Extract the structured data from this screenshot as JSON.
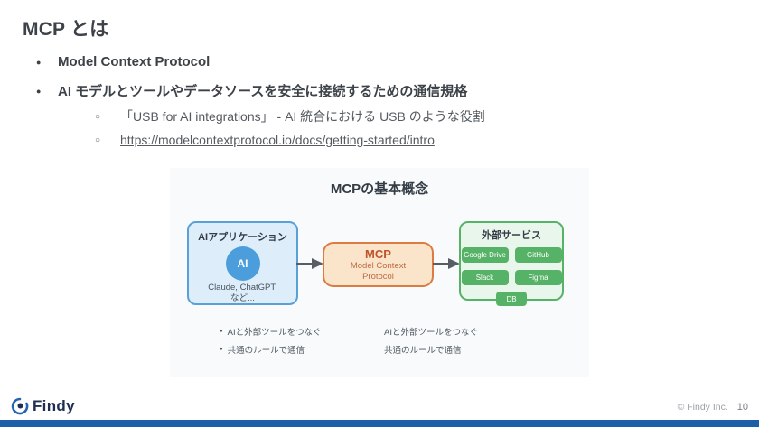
{
  "slide": {
    "title": "MCP とは",
    "bullets": [
      {
        "level": 1,
        "text": "Model Context Protocol"
      },
      {
        "level": 1,
        "text": "AI モデルとツールやデータソースを安全に接続するための通信規格"
      },
      {
        "level": 2,
        "text": "「USB for AI integrations」 - AI 統合における USB のような役割"
      },
      {
        "level": 2,
        "text": "https://modelcontextprotocol.io/docs/getting-started/intro",
        "is_link": true
      }
    ]
  },
  "diagram": {
    "title": "MCPの基本概念",
    "ai_app_box": {
      "title": "AIアプリケーション",
      "circle_label": "AI",
      "caption_line1": "Claude, ChatGPT,",
      "caption_line2": "など..."
    },
    "mcp_box": {
      "title": "MCP",
      "subtitle_line1": "Model Context",
      "subtitle_line2": "Protocol"
    },
    "services_box": {
      "title": "外部サービス",
      "services": [
        "Google Drive",
        "GitHub",
        "Slack",
        "Figma"
      ],
      "db_label": "DB"
    },
    "notes_left": [
      "AIと外部ツールをつなぐ",
      "共通のルールで通信"
    ],
    "notes_right": [
      "AIと外部ツールをつなぐ",
      "共通のルールで通信"
    ]
  },
  "footer": {
    "logo_text": "Findy",
    "copyright": "© Findy Inc.",
    "page_number": "10"
  },
  "colors": {
    "accent_bar": "#1e60a8",
    "link": "#7ba3d6",
    "ai_box_border": "#58a0d6",
    "ai_box_bg": "#ddeefa",
    "ai_circle": "#4b9ddb",
    "mcp_box_border": "#dc7b42",
    "mcp_box_bg": "#fae4ca",
    "mcp_title_text": "#c2532c",
    "services_box_border": "#56b266",
    "services_box_bg": "#e9f6ec",
    "service_chip": "#56b266",
    "diagram_bg": "#f8fafc"
  }
}
